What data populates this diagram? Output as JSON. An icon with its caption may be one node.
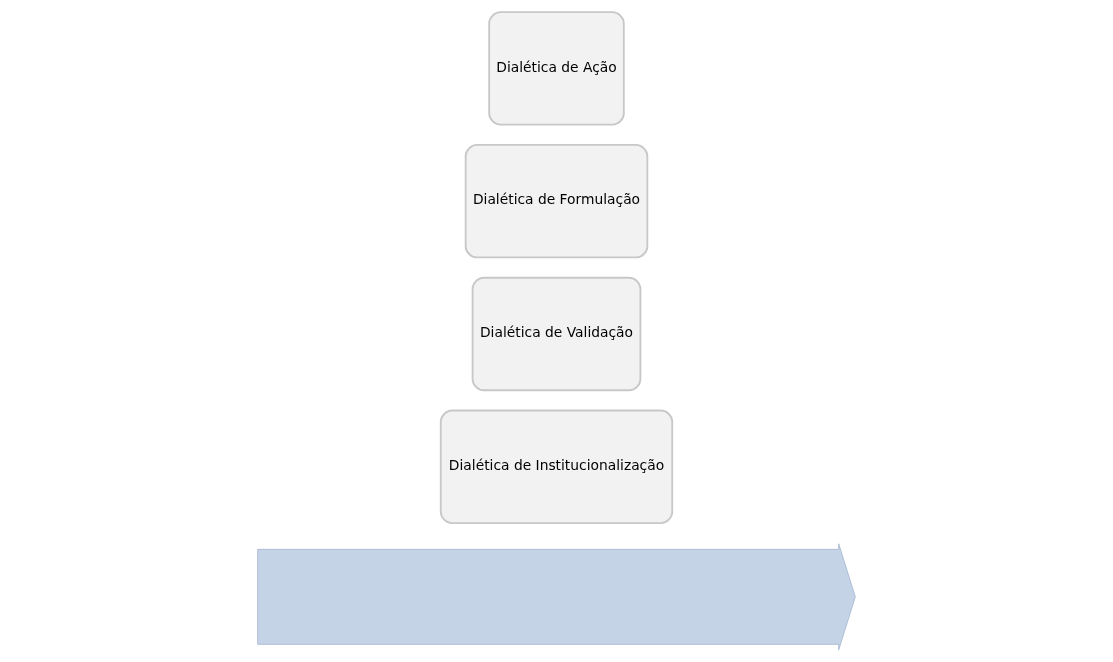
{
  "diagram": {
    "nodes": [
      {
        "text": [],
        "shape": "arrow"
      },
      {
        "text": [
          "Dialética de Ação"
        ]
      },
      {
        "text": [
          "Dialética de Formulação"
        ]
      },
      {
        "text": [
          "Dialética de Validação"
        ]
      },
      {
        "text": [
          "Dialética de Institucionalização"
        ]
      }
    ]
  }
}
